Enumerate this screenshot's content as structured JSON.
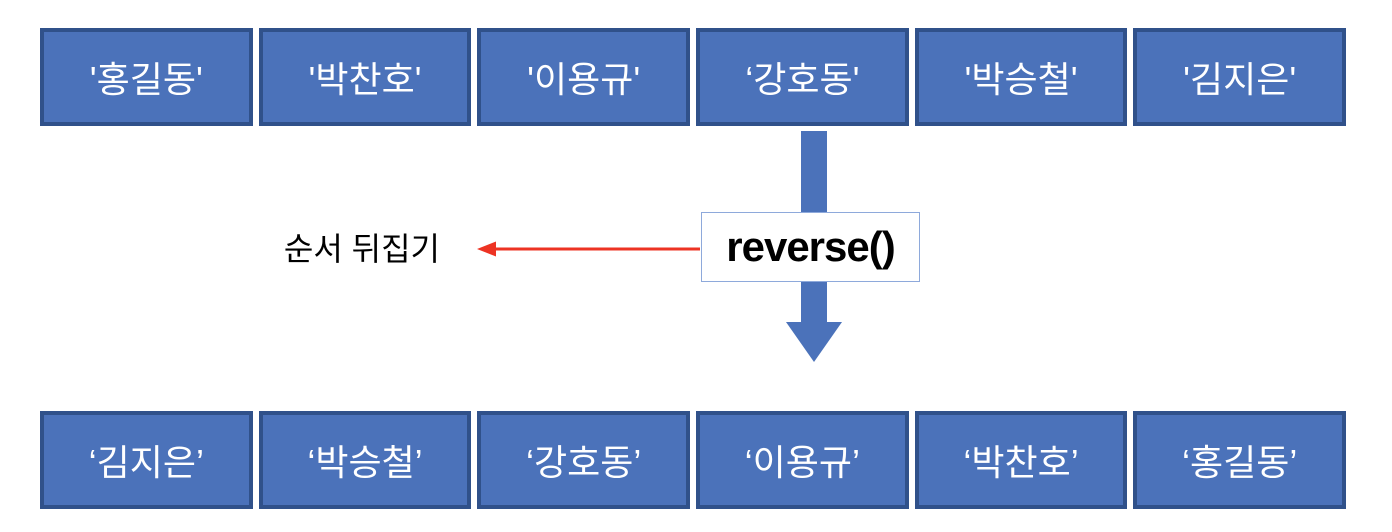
{
  "lists": {
    "top": [
      "'홍길동'",
      "'박찬호'",
      "'이용규'",
      "‘강호동'",
      "'박승철'",
      "'김지은'"
    ],
    "bottom": [
      "‘김지은’",
      "‘박승철’",
      "‘강호동’",
      "‘이용규’",
      "‘박찬호’",
      "‘홍길동’"
    ]
  },
  "middle": {
    "method_label": "reverse()",
    "annotation": "순서 뒤집기"
  },
  "icons": {
    "down_arrow": "down-arrow-icon",
    "left_arrow": "left-arrow-icon"
  },
  "colors": {
    "box_fill": "#4B72BA",
    "box_border": "#30518A",
    "arrow_blue": "#4B72BA",
    "arrow_red": "#ED3323",
    "method_box_border": "#8EA9DB",
    "text_white": "#FFFFFF",
    "text_black": "#000000",
    "page_bg": "#FFFFFF"
  }
}
